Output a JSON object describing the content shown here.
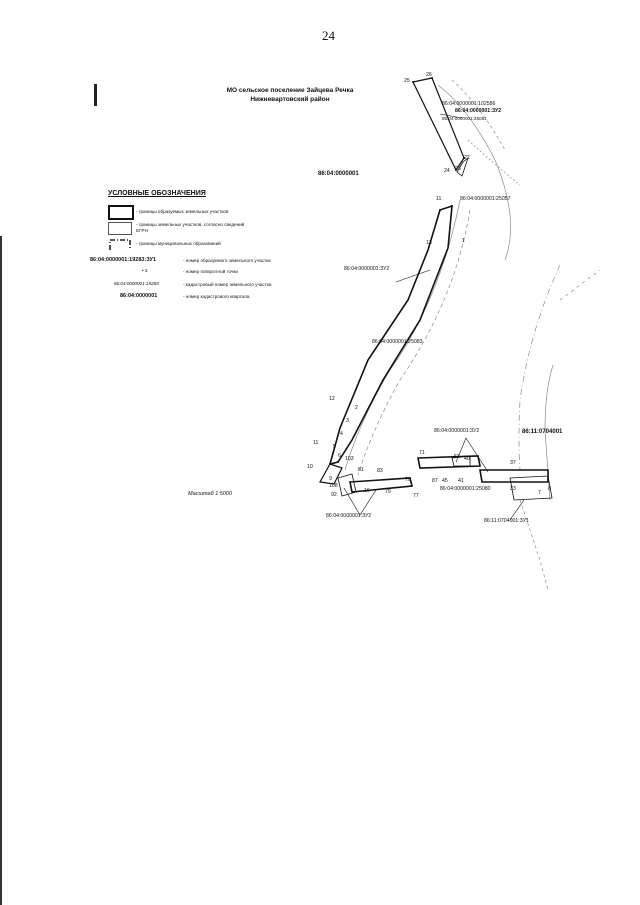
{
  "page_number": "24",
  "title": {
    "line1": "МО сельское поселение Зайцева Речка",
    "line2": "Нижневартовский район"
  },
  "quarter_label": "86:04:0000001",
  "legend": {
    "heading": "УСЛОВНЫЕ ОБОЗНАЧЕНИЯ",
    "items": [
      {
        "symbol": "thick-box-icon",
        "text": "- границы образуемых земельных участков"
      },
      {
        "symbol": "thin-box-icon",
        "text": "- границы земельных участков, согласно сведений ЕГРН"
      },
      {
        "symbol": "dash-dot-corner-icon",
        "text": "- границы муниципальных образований"
      },
      {
        "example": "86:04:0000001:19283:ЗУ1",
        "text": "- номер образуемого земельного участка"
      },
      {
        "example": "• 3",
        "text": "- номер поворотной точки"
      },
      {
        "example": "86:04:0000001:19283",
        "text": "- кадастровый номер земельного участка"
      },
      {
        "example": "86:04:0000001",
        "text": "- номер кадастрового квартала"
      }
    ]
  },
  "scale_text": "Масштаб 1:5000",
  "map_labels": {
    "cad_102586": "86:04:0000001:102586",
    "zu2_top": "86:04:0000001:ЗУ2",
    "cad_top_small": "86:04:0000001:25061",
    "cad_25057": "86:04:0000001:25057",
    "zu2_mid": "86:04:0000001:ЗУ2",
    "cad_25083": "86:04:0000001:25083",
    "zu2_right": "86:04:0000001:ЗУ2",
    "quarter_right": "86:11:0704001",
    "cad_25080": "86:04:0000001:25080",
    "zu1_right": "86:11:0704001:ЗУ1",
    "zu2_bottom": "86:04:0000001:ЗУ2"
  },
  "points": {
    "p25": "25",
    "p26": "26",
    "p22": "22",
    "p24": "24",
    "p23": "23",
    "p11": "11",
    "p13": "13",
    "p1": "1",
    "p12": "12",
    "p2": "2",
    "p3": "3",
    "p4": "4",
    "p5": "5",
    "p11b": "11",
    "p6": "6",
    "p103": "103",
    "p10": "10",
    "p9": "9",
    "p108": "108",
    "p92": "92",
    "p81": "81",
    "p83": "83",
    "p16": "16",
    "p79": "79",
    "p70": "70",
    "p77": "77",
    "p71": "71",
    "p52": "52",
    "p40": "40",
    "p87": "87",
    "p45": "45",
    "p41": "41",
    "p37": "37",
    "p33": "33",
    "p7": "7",
    "p8": "8"
  },
  "colors": {
    "ink": "#111111",
    "faint": "#8a8a8a",
    "paper": "#ffffff"
  }
}
